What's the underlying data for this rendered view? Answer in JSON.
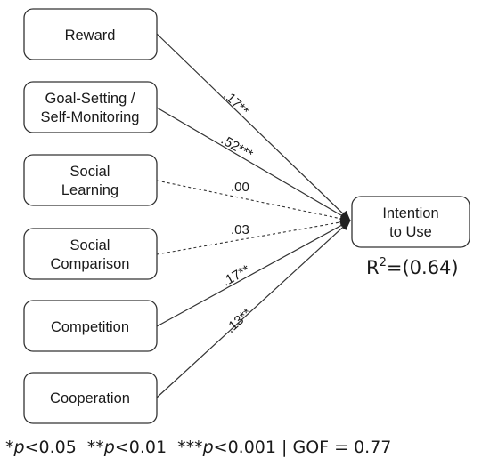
{
  "nodes": {
    "reward": {
      "lines": [
        "Reward"
      ]
    },
    "goal_setting": {
      "lines": [
        "Goal-Setting /",
        "Self-Monitoring"
      ]
    },
    "social_learning": {
      "lines": [
        "Social",
        "Learning"
      ]
    },
    "social_comparison": {
      "lines": [
        "Social",
        "Comparison"
      ]
    },
    "competition": {
      "lines": [
        "Competition"
      ]
    },
    "cooperation": {
      "lines": [
        "Cooperation"
      ]
    },
    "intention": {
      "lines": [
        "Intention",
        "to Use"
      ]
    }
  },
  "paths": [
    {
      "from": "Reward",
      "to": "Intention to Use",
      "label": ".17**",
      "style": "solid"
    },
    {
      "from": "Goal-Setting / Self-Monitoring",
      "to": "Intention to Use",
      "label": ".52***",
      "style": "solid"
    },
    {
      "from": "Social Learning",
      "to": "Intention to Use",
      "label": ".00",
      "style": "dashed"
    },
    {
      "from": "Social Comparison",
      "to": "Intention to Use",
      "label": ".03",
      "style": "dashed"
    },
    {
      "from": "Competition",
      "to": "Intention to Use",
      "label": ".17**",
      "style": "solid"
    },
    {
      "from": "Cooperation",
      "to": "Intention to Use",
      "label": ".13**",
      "style": "solid"
    }
  ],
  "r_squared": {
    "prefix": "R",
    "superscript": "2",
    "value": "=(0.64)"
  },
  "footnote": {
    "sig1_stars": "*",
    "sig1_p": "p",
    "sig1_rest": "<0.05",
    "sig2_stars": "**",
    "sig2_p": "p",
    "sig2_rest": "<0.01",
    "sig3_stars": "***",
    "sig3_p": "p",
    "sig3_rest": "<0.001",
    "gof": " | GOF = 0.77"
  },
  "colors": {
    "line": "#333333",
    "text": "#1a1a1a"
  }
}
